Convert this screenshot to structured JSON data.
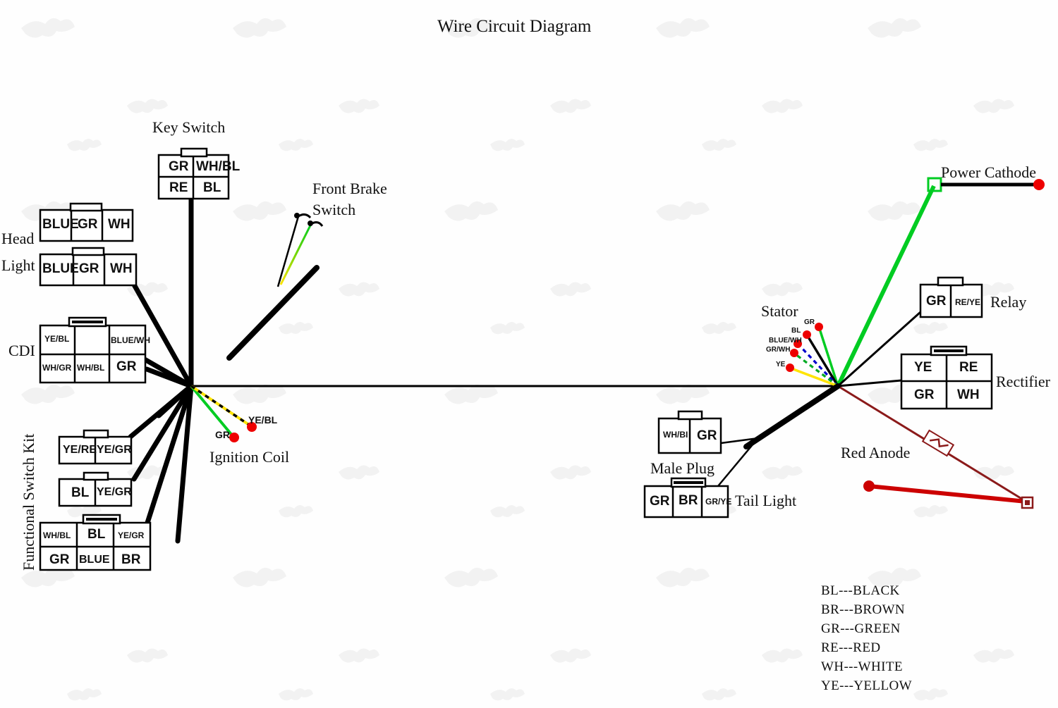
{
  "title": "Wire Circuit Diagram",
  "colors": {
    "wire_black": "#000000",
    "wire_green": "#00cc22",
    "wire_red": "#cc0000",
    "wire_darkred": "#8b1a1a",
    "wire_yellow": "#ffe400",
    "wire_blue": "#0000cc",
    "terminal_red": "#ee0000",
    "box_stroke": "#000000",
    "background": "#fefefe"
  },
  "parts": {
    "key_switch": {
      "label": "Key Switch",
      "pins": [
        "GR",
        "WH/BL",
        "RE",
        "BL"
      ]
    },
    "head_light": {
      "label": "Head Light",
      "connector_1": [
        "BLUE",
        "GR",
        "WH"
      ],
      "connector_2": [
        "BLUE",
        "GR",
        "WH"
      ]
    },
    "cdi": {
      "label": "CDI",
      "row_top": [
        "YE/BL",
        "",
        "BLUE/WH"
      ],
      "row_bottom": [
        "WH/GR",
        "WH/BL",
        "GR"
      ]
    },
    "functional_switch_kit": {
      "label": "Functional Switch Kit",
      "connector_1": [
        "YE/RE",
        "YE/GR"
      ],
      "connector_2": [
        "BL",
        "YE/GR"
      ],
      "connector_3_top": [
        "WH/BL",
        "BL",
        "YE/GR"
      ],
      "connector_3_bottom": [
        "GR",
        "BLUE",
        "BR"
      ]
    },
    "front_brake_switch": {
      "label_line1": "Front Brake",
      "label_line2": "Switch"
    },
    "ignition_coil": {
      "label": "Ignition Coil",
      "wires": [
        {
          "name": "GR",
          "color": "green"
        },
        {
          "name": "YE/BL",
          "color": "yellow-black-dashed"
        }
      ]
    },
    "male_plug": {
      "label": "Male Plug",
      "pins": [
        "WH/BI",
        "GR"
      ]
    },
    "tail_light": {
      "label": "Tail Light",
      "pins": [
        "GR",
        "BR",
        "GR/YE"
      ]
    },
    "stator": {
      "label": "Stator",
      "wires": [
        {
          "name": "GR",
          "color": "green"
        },
        {
          "name": "BL",
          "color": "black"
        },
        {
          "name": "BLUE/WH",
          "color": "blue-dashed"
        },
        {
          "name": "GR/WH",
          "color": "green-dashed"
        },
        {
          "name": "YE",
          "color": "yellow"
        }
      ]
    },
    "relay": {
      "label": "Relay",
      "pins": [
        "GR",
        "RE/YE"
      ]
    },
    "rectifier": {
      "label": "Rectifier",
      "row_top": [
        "YE",
        "RE"
      ],
      "row_bottom": [
        "GR",
        "WH"
      ]
    },
    "power_cathode": {
      "label": "Power Cathode"
    },
    "red_anode": {
      "label": "Red Anode"
    }
  },
  "legend": {
    "entries": [
      "BL---BLACK",
      "BR---BROWN",
      "GR---GREEN",
      "RE---RED",
      "WH---WHITE",
      "YE---YELLOW"
    ]
  }
}
